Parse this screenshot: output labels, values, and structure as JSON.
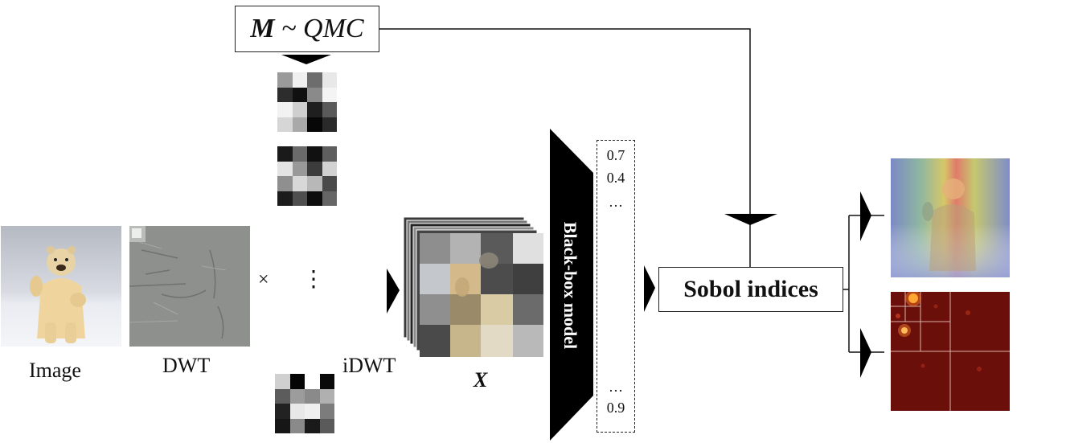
{
  "qmc_box": {
    "bold": "M",
    "rest": " ~ QMC"
  },
  "labels": {
    "image": "Image",
    "dwt": "DWT",
    "idwt": "iDWT",
    "x": "X",
    "times": "×",
    "vdots": "⋮"
  },
  "model_label": "Black-box model",
  "scores": {
    "s1": "0.7",
    "s2": "0.4",
    "s3": "…",
    "s4": "…",
    "s5": "0.9"
  },
  "sobol_label": "Sobol indices",
  "mask_colors": {
    "mask1": [
      "#9a9a9a",
      "#f0f0f0",
      "#6d6d6d",
      "#e8e8e8",
      "#2d2d2d",
      "#101010",
      "#8a8a8a",
      "#f4f4f4",
      "#f2f2f2",
      "#cfcfcf",
      "#1f1f1f",
      "#5a5a5a",
      "#d6d6d6",
      "#a9a9a9",
      "#070707",
      "#2a2a2a"
    ],
    "mask2": [
      "#1a1a1a",
      "#6a6a6a",
      "#111111",
      "#5e5e5e",
      "#e4e4e4",
      "#999999",
      "#3c3c3c",
      "#d2d2d2",
      "#8f8f8f",
      "#d8d8d8",
      "#b8b8b8",
      "#4a4a4a",
      "#1c1c1c",
      "#4f4f4f",
      "#0d0d0d",
      "#666666"
    ],
    "mask3": [
      "#d0d0d0",
      "#050505",
      "#ffffff",
      "#0a0a0a",
      "#5c5c5c",
      "#9c9c9c",
      "#8a8a8a",
      "#b0b0b0",
      "#222222",
      "#e8e8e8",
      "#efefef",
      "#7c7c7c",
      "#161616",
      "#8a8a8a",
      "#1a1a1a",
      "#5a5a5a"
    ]
  },
  "colors": {
    "arrow": "#000000",
    "line": "#111111",
    "heatmap": "#6a0f0a"
  },
  "icons": [
    "polar-bear-photo",
    "dwt-coefficients",
    "saliency-overlay",
    "wavelet-heatmap"
  ]
}
